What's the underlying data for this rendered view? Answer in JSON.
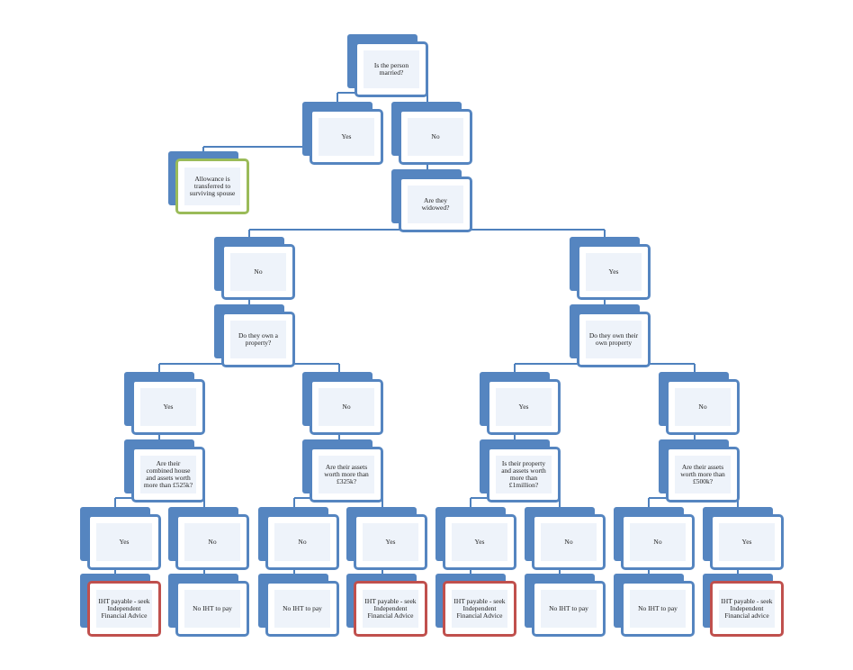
{
  "colors": {
    "box": "#5585c0",
    "box_fill": "#eef3fa",
    "line": "#4f81bd",
    "outcome_no_tax": "#9bbb59",
    "outcome_tax": "#c0504d"
  },
  "nodes": {
    "root": "Is the person married?",
    "married_yes": "Yes",
    "married_no": "No",
    "allowance": "Allowance is transferred to surviving spouse",
    "widowed": "Are they widowed?",
    "widowed_no": "No",
    "widowed_yes": "Yes",
    "own_property_a": "Do they own a property?",
    "own_property_b": "Do they own their own property",
    "a_yes": "Yes",
    "a_no": "No",
    "b_yes": "Yes",
    "b_no": "No",
    "q1": "Are their combined house and assets worth more than £525k?",
    "q2": "Are their assets worth more than £325k?",
    "q3": "Is their property and assets worth more than £1million?",
    "q4": "Are their assets worth more than £500k?",
    "a1": "Yes",
    "a2": "No",
    "a3": "No",
    "a4": "Yes",
    "a5": "Yes",
    "a6": "No",
    "a7": "No",
    "a8": "Yes",
    "r1": "IHT payable - seek Independent Financial Advice",
    "r2": "No IHT to pay",
    "r3": "No IHT to pay",
    "r4": "IHT payable - seek Independent Financial Advice",
    "r5": "IHT payable - seek Independent Financial Advice",
    "r6": "No IHT to pay",
    "r7": "No IHT to pay",
    "r8": "IHT payable - seek Independent Financial advice"
  }
}
